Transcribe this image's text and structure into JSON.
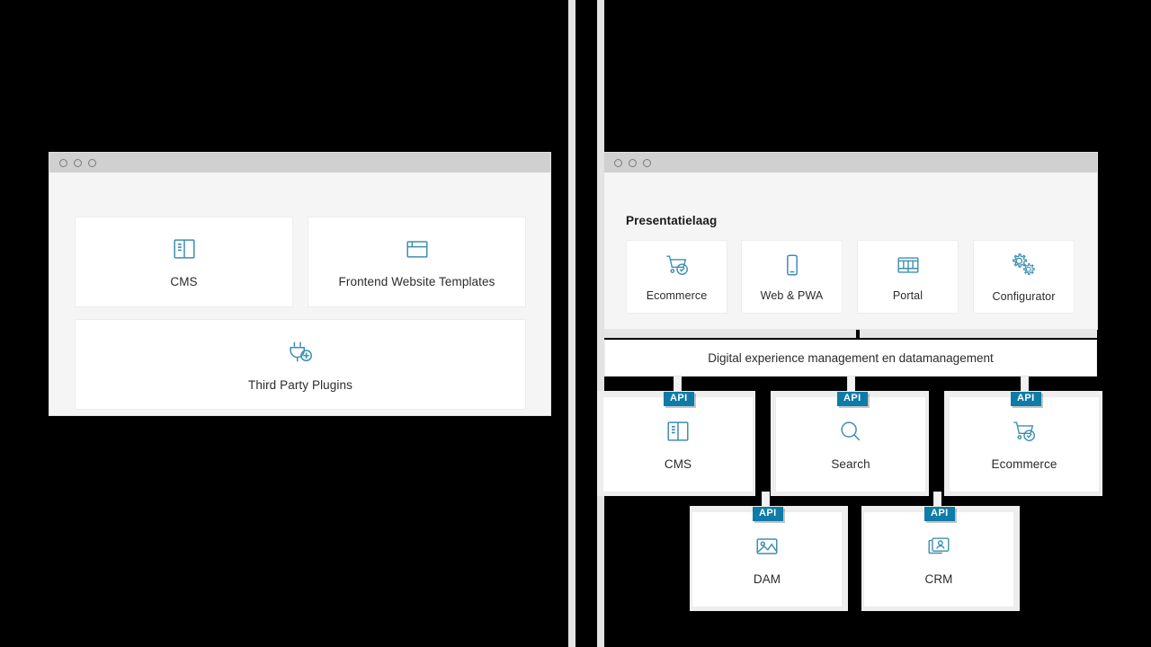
{
  "meta": {
    "accent_blue": "#3d8fb0",
    "badge_blue": "#0f7ba8",
    "window_titlebar": "#d0d0d0",
    "panel_bg": "#f5f5f5",
    "card_bg": "#ffffff",
    "page_bg": "#000000"
  },
  "left_panel": {
    "window": {
      "dots": [
        "close-dot",
        "minimize-dot",
        "maximize-dot"
      ]
    },
    "cards": [
      {
        "id": "cms",
        "label": "CMS",
        "icon": "cms-book-icon"
      },
      {
        "id": "templates",
        "label": "Frontend Website Templates",
        "icon": "browser-window-icon"
      },
      {
        "id": "plugins",
        "label": "Third Party Plugins",
        "icon": "plug-plus-icon"
      }
    ]
  },
  "right_panel": {
    "window": {
      "dots": [
        "close-dot",
        "minimize-dot",
        "maximize-dot"
      ]
    },
    "section_title": "Presentatielaag",
    "presentation_cards": [
      {
        "id": "ecommerce",
        "label": "Ecommerce",
        "icon": "shopping-cart-check-icon"
      },
      {
        "id": "web-pwa",
        "label": "Web & PWA",
        "icon": "smartphone-icon"
      },
      {
        "id": "portal",
        "label": "Portal",
        "icon": "portal-layout-icon"
      },
      {
        "id": "configurator",
        "label": "Configurator",
        "icon": "gears-icon"
      }
    ],
    "middle_bar": {
      "label": "Digital experience management en datamanagement"
    },
    "service_cards_row1": [
      {
        "id": "cms",
        "label": "CMS",
        "icon": "cms-book-icon",
        "badge": "API"
      },
      {
        "id": "search",
        "label": "Search",
        "icon": "magnifier-icon",
        "badge": "API"
      },
      {
        "id": "ecommerce",
        "label": "Ecommerce",
        "icon": "shopping-cart-check-icon",
        "badge": "API"
      }
    ],
    "service_cards_row2": [
      {
        "id": "dam",
        "label": "DAM",
        "icon": "image-picture-icon",
        "badge": "API"
      },
      {
        "id": "crm",
        "label": "CRM",
        "icon": "contact-cards-icon",
        "badge": "API"
      }
    ]
  }
}
